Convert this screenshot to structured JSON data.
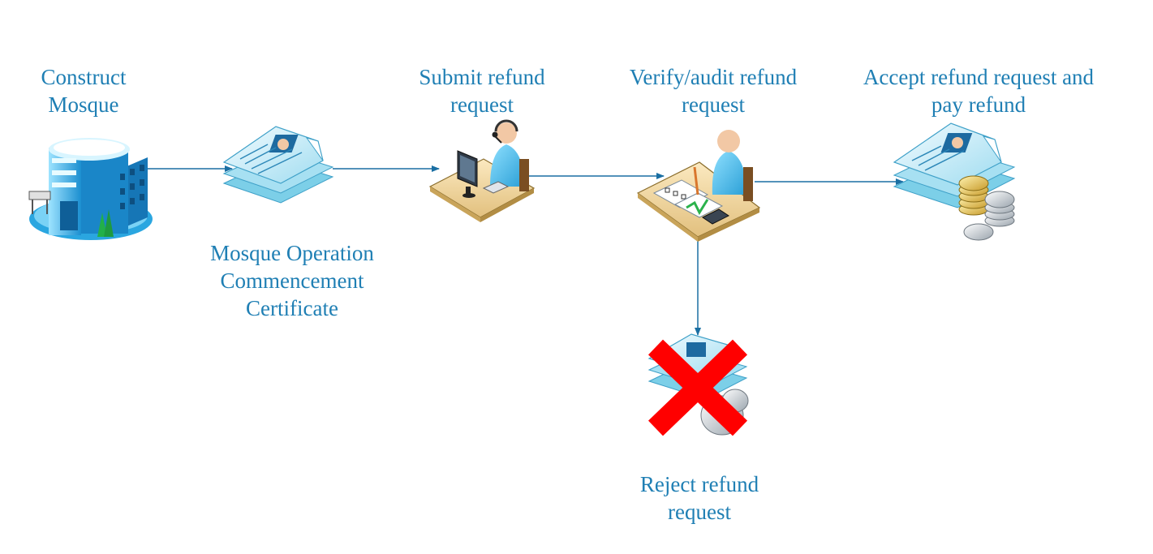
{
  "colors": {
    "label_text": "#1f7fb4",
    "connector": "#1a6fa3",
    "reject_cross": "#ff0000"
  },
  "nodes": [
    {
      "id": "construct-mosque",
      "icon": "building-icon",
      "label_lines": [
        "Construct",
        "Mosque"
      ]
    },
    {
      "id": "mosque-certificate",
      "icon": "certificate-icon",
      "label_lines": [
        "Mosque Operation",
        "Commencement",
        "Certificate"
      ]
    },
    {
      "id": "submit-refund-request",
      "icon": "operator-desk-icon",
      "label_lines": [
        "Submit refund",
        "request"
      ]
    },
    {
      "id": "verify-audit-refund-request",
      "icon": "auditor-desk-icon",
      "label_lines": [
        "Verify/audit refund",
        "request"
      ]
    },
    {
      "id": "accept-and-pay-refund",
      "icon": "documents-and-coins-icon",
      "label_lines": [
        "Accept refund request and",
        "pay refund"
      ]
    },
    {
      "id": "reject-refund-request",
      "icon": "rejected-documents-icon",
      "label_lines": [
        "Reject refund",
        "request"
      ]
    }
  ],
  "edges": [
    {
      "from": "construct-mosque",
      "to": "mosque-certificate"
    },
    {
      "from": "mosque-certificate",
      "to": "submit-refund-request"
    },
    {
      "from": "submit-refund-request",
      "to": "verify-audit-refund-request"
    },
    {
      "from": "verify-audit-refund-request",
      "to": "accept-and-pay-refund"
    },
    {
      "from": "verify-audit-refund-request",
      "to": "reject-refund-request"
    }
  ]
}
